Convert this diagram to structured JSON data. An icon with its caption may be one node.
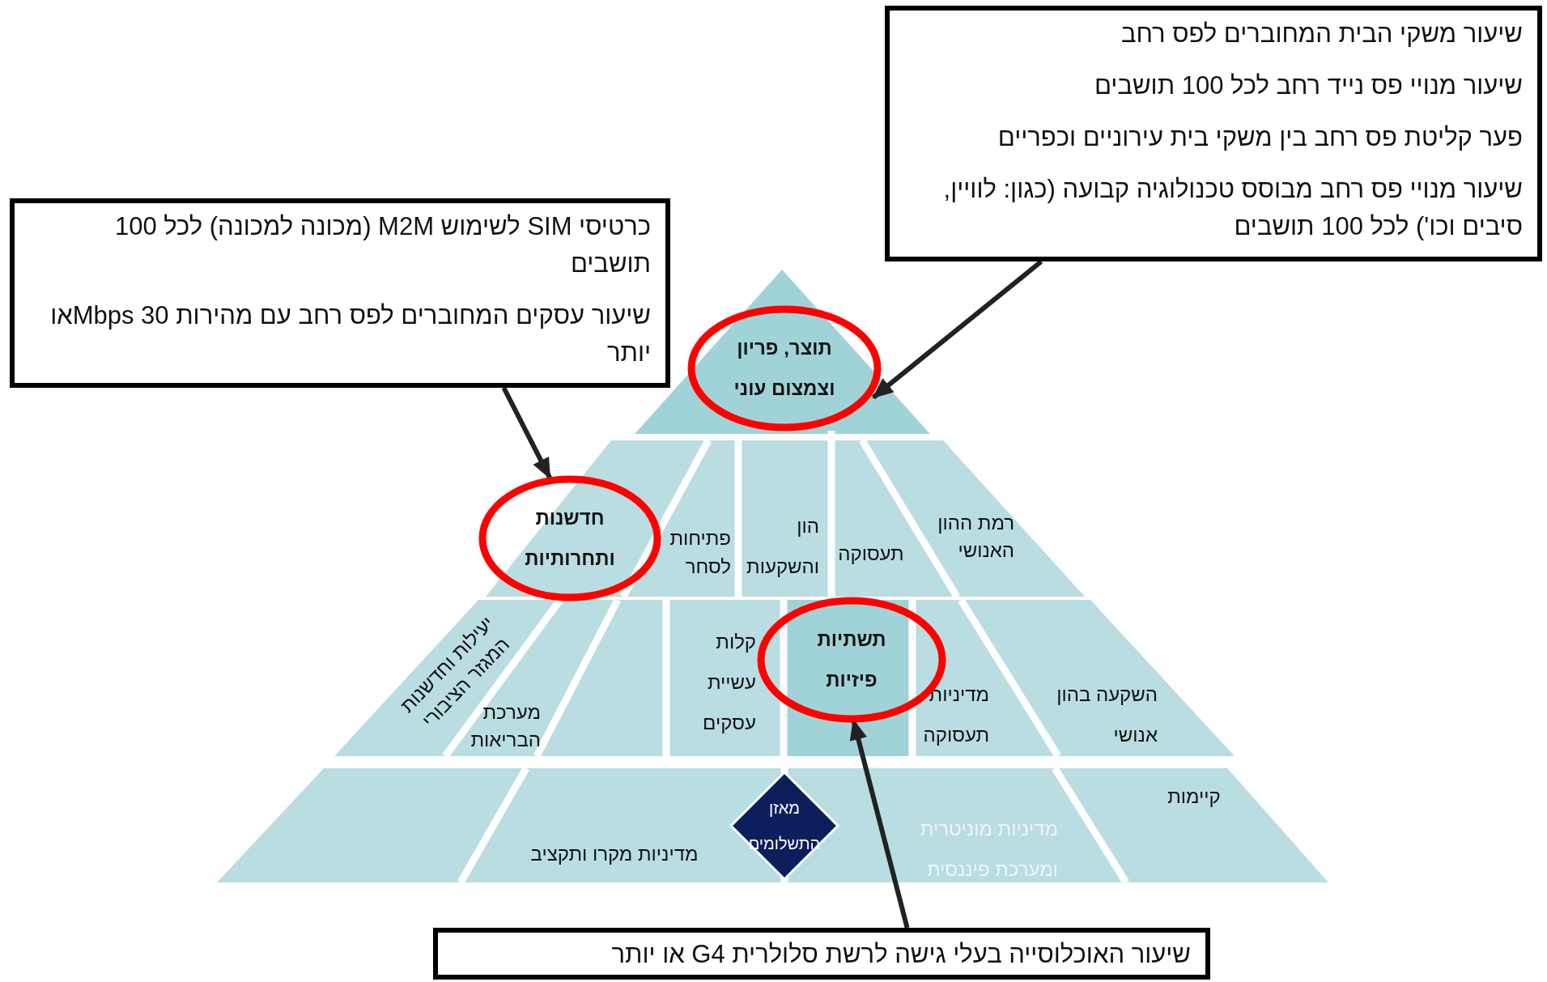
{
  "diagram": {
    "nodes": [
      {
        "text": [
          "שיעור משקי הבית המחוברים לפס רחב",
          "שיעור מנויי פס נייד רחב לכל 100 תושבים",
          "פער קליטת פס רחב בין משקי בית עירוניים וכפריים",
          "שיעור מנויי פס רחב מבוסס טכנולוגיה קבועה (כגון: לוויין, סיבים וכו') לכל 100 תושבים"
        ]
      },
      {
        "text": [
          "כרטיסי SIM לשימוש M2M (מכונה למכונה) לכל 100 תושבים",
          "שיעור עסקים המחוברים לפס רחב עם מהירות 30 Mbpsאו יותר"
        ]
      },
      {
        "text": [
          "תוצר, פריון וצמצום עוני"
        ]
      },
      {
        "text": [
          "רמת ההון האנושי"
        ]
      },
      {
        "text": [
          "תעסוקה"
        ]
      },
      {
        "text": [
          "הון והשקעות"
        ]
      },
      {
        "text": [
          "פתיחות לסחר"
        ]
      },
      {
        "text": [
          "חדשנות ותחרותיות"
        ]
      },
      {
        "text": [
          "השקעה בהון אנושי"
        ]
      },
      {
        "text": [
          "מדיניות תעסוקה"
        ]
      },
      {
        "text": [
          "תשתיות פיזיות"
        ]
      },
      {
        "text": [
          "קלות עשיית עסקים"
        ]
      },
      {
        "text": [
          "מערכת הבריאות"
        ]
      },
      {
        "text": [
          "יעילות וחדשנות המגזר הציבורי"
        ]
      },
      {
        "text": [
          "קיימות"
        ]
      },
      {
        "text": [
          "מדיניות מוניטרית ומערכת פיננסית"
        ]
      },
      {
        "text": [
          "מאזן התשלומים"
        ]
      },
      {
        "text": [
          "מדיניות מקרו ותקציב"
        ]
      },
      {
        "text": [
          "שיעור האוכלוסייה בעלי גישה לרשת סלולרית G4  או יותר"
        ]
      }
    ],
    "edges": [
      {
        "from": 0,
        "to": 2,
        "arrow": "to"
      },
      {
        "from": 1,
        "to": 7,
        "arrow": "to"
      },
      {
        "from": 18,
        "to": 10,
        "arrow": "to"
      }
    ]
  }
}
